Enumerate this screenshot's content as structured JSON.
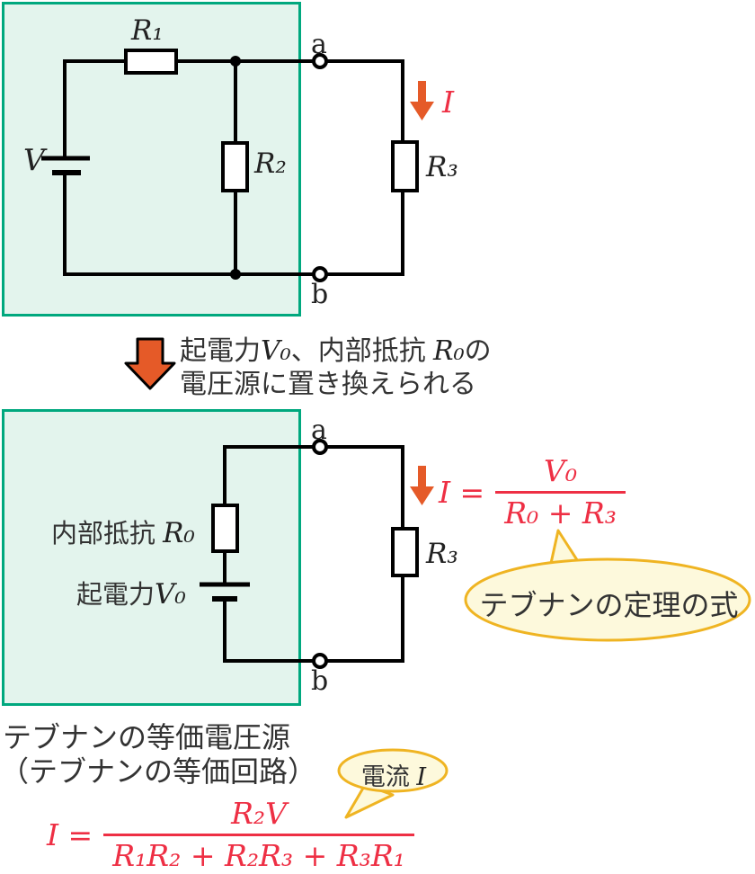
{
  "palette": {
    "highlight_fill": "#e3f4ed",
    "highlight_border": "#00a87e",
    "wire_black": "#000000",
    "formula_red": "#ee2f44",
    "arrow_orange": "#e55a28",
    "bubble_fill": "#fdf9dc",
    "bubble_border": "#efb422",
    "text_dark": "#333333"
  },
  "top_circuit": {
    "source_label": "V",
    "r1_label": "R₁",
    "r2_label": "R₂",
    "r3_label": "R₃",
    "terminal_a": "a",
    "terminal_b": "b",
    "current_label": "I"
  },
  "transform_note": {
    "line1_p1": "起電力",
    "line1_p2": "V₀",
    "line1_p3": "、内部抵抗 ",
    "line1_p4": "R₀",
    "line1_p5": "の",
    "line2": "電圧源に置き換えられる"
  },
  "equivalent_circuit": {
    "internal_resistance_prefix": "内部抵抗 ",
    "internal_resistance_symbol": "R₀",
    "emf_prefix": "起電力",
    "emf_symbol": "V₀",
    "r3_label": "R₃",
    "terminal_a": "a",
    "terminal_b": "b",
    "formula_lhs": "I =",
    "formula_numerator": "V₀",
    "formula_denominator": "R₀ + R₃",
    "bubble_label": "テブナンの定理の式"
  },
  "footer": {
    "caption_line1": "テブナンの等価電圧源",
    "caption_line2": "（テブナンの等価回路）",
    "current_bubble_prefix": "電流 ",
    "current_bubble_symbol": "I",
    "formula_lhs": "I =",
    "formula_numerator": "R₂V",
    "formula_denominator": "R₁R₂ + R₂R₃ + R₃R₁"
  }
}
